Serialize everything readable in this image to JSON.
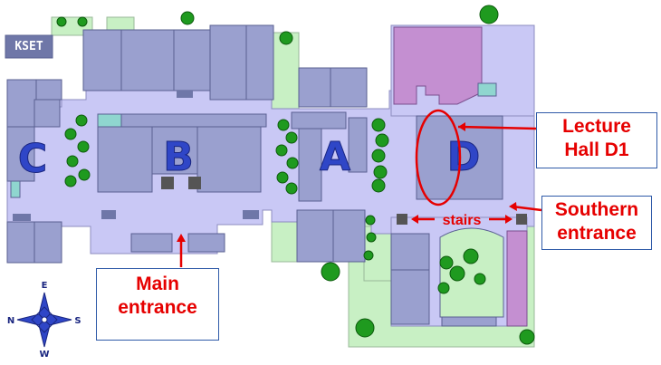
{
  "colors": {
    "floor": "#c9c8f5",
    "room": "#9aa0cf",
    "room_dark": "#6f77a8",
    "green": "#c8f0c4",
    "tree": "#1f9a1f",
    "purple": "#c48fd1",
    "teal": "#8fd6cf",
    "letter": "#2f46c7",
    "red": "#e60000",
    "callout_border": "#2f5aa8"
  },
  "sections": {
    "a": "A",
    "b": "B",
    "c": "C",
    "d": "D"
  },
  "kset_label": "KSET",
  "stairs_label": "stairs",
  "callouts": {
    "lecture_hall": {
      "line1": "Lecture",
      "line2": "Hall D1"
    },
    "southern_entrance": {
      "line1": "Southern",
      "line2": "entrance"
    },
    "main_entrance": {
      "line1": "Main",
      "line2": "entrance"
    }
  },
  "compass": {
    "north": "N",
    "south": "S",
    "east": "E",
    "west": "W",
    "icon": "compass-rose-icon"
  }
}
